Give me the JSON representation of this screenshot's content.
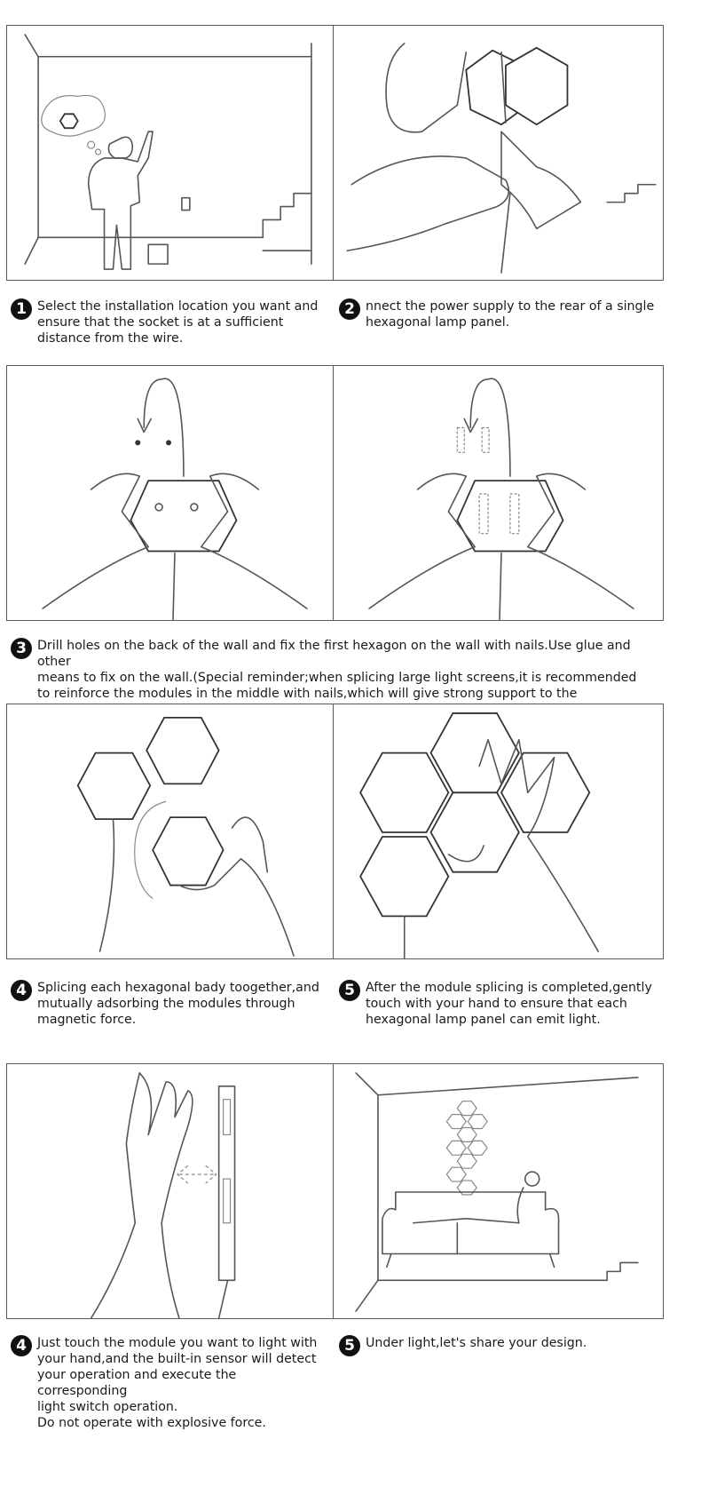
{
  "steps": [
    {
      "num": "1",
      "text": "Select the installation location you want and\nensure that the socket is at a sufficient\ndistance from the wire."
    },
    {
      "num": "2",
      "text": "nnect the power supply to the rear of a single\nhexagonal lamp panel."
    },
    {
      "num": "3",
      "text": "Drill holes on the back of the wall and fix the first hexagon on the wall with nails.Use glue and other\nmeans to fix on the wall.(Special reminder;when splicing large light screens,it is recommended\nto reinforce the modules in the middle with nails,which will give strong support to the\nsurrounding modules)"
    },
    {
      "num": "4",
      "text": "Splicing each hexagonal bady toogether,and\nmutually adsorbing the modules through\nmagnetic force."
    },
    {
      "num": "5",
      "text": "After the module splicing is completed,gently\ntouch with your hand to ensure that each\nhexagonal lamp panel can emit light."
    },
    {
      "num": "4",
      "text": "Just touch the module you want to light with\nyour hand,and the built-in sensor will detect\nyour operation and execute the corresponding\nlight switch operation.\nDo not operate with explosive force."
    },
    {
      "num": "5",
      "text": "Under light,let's share your design."
    }
  ],
  "illustrations": [
    {
      "icon": "person-choosing-wall-location-illustration"
    },
    {
      "icon": "connect-power-to-panel-illustration"
    },
    {
      "icon": "mount-first-hexagon-with-nails-illustration"
    },
    {
      "icon": "mount-first-hexagon-with-glue-illustration"
    },
    {
      "icon": "splice-hexagons-illustration"
    },
    {
      "icon": "touch-panels-illustration"
    },
    {
      "icon": "hand-touch-sensor-illustration"
    },
    {
      "icon": "living-room-result-illustration"
    }
  ]
}
